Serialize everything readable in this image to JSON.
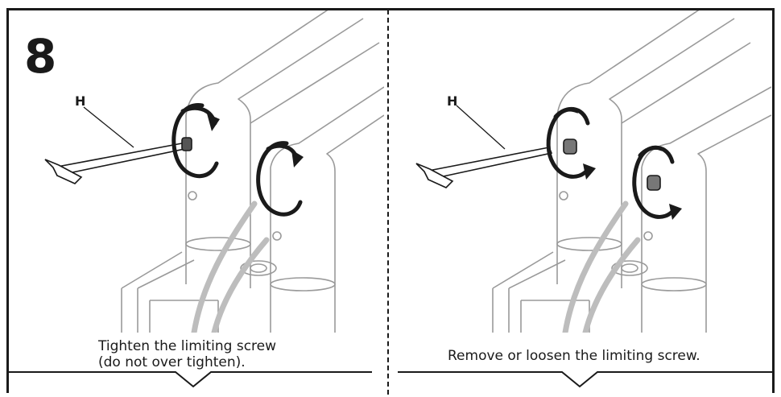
{
  "step": {
    "number": "8"
  },
  "left_panel": {
    "tool_label": "H",
    "caption_line1": "Tighten the limiting screw",
    "caption_line2": "(do not over tighten)."
  },
  "right_panel": {
    "tool_label": "H",
    "caption": "Remove or loosen the limiting screw."
  },
  "colors": {
    "line": "#1a1a1a",
    "sketch": "#9a9a9a",
    "cable": "#bdbdbd"
  }
}
